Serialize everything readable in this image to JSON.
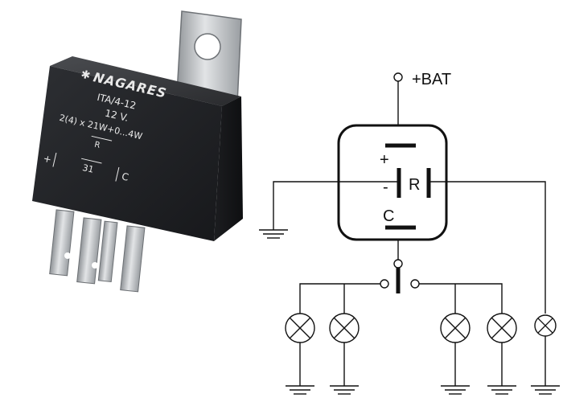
{
  "relay_photo": {
    "brand": "NAGARES",
    "model": "ITA/4-12",
    "voltage": "12 V.",
    "rating": "2(4) x 21W+0...4W",
    "r_mark": "R",
    "plus_mark": "+",
    "pin_31": "31",
    "c_mark": "C"
  },
  "schematic": {
    "supply_label": "+BAT",
    "plus_terminal": "+",
    "minus_terminal": "-",
    "r_terminal": "R",
    "c_terminal": "C",
    "lamp_count": 5
  }
}
